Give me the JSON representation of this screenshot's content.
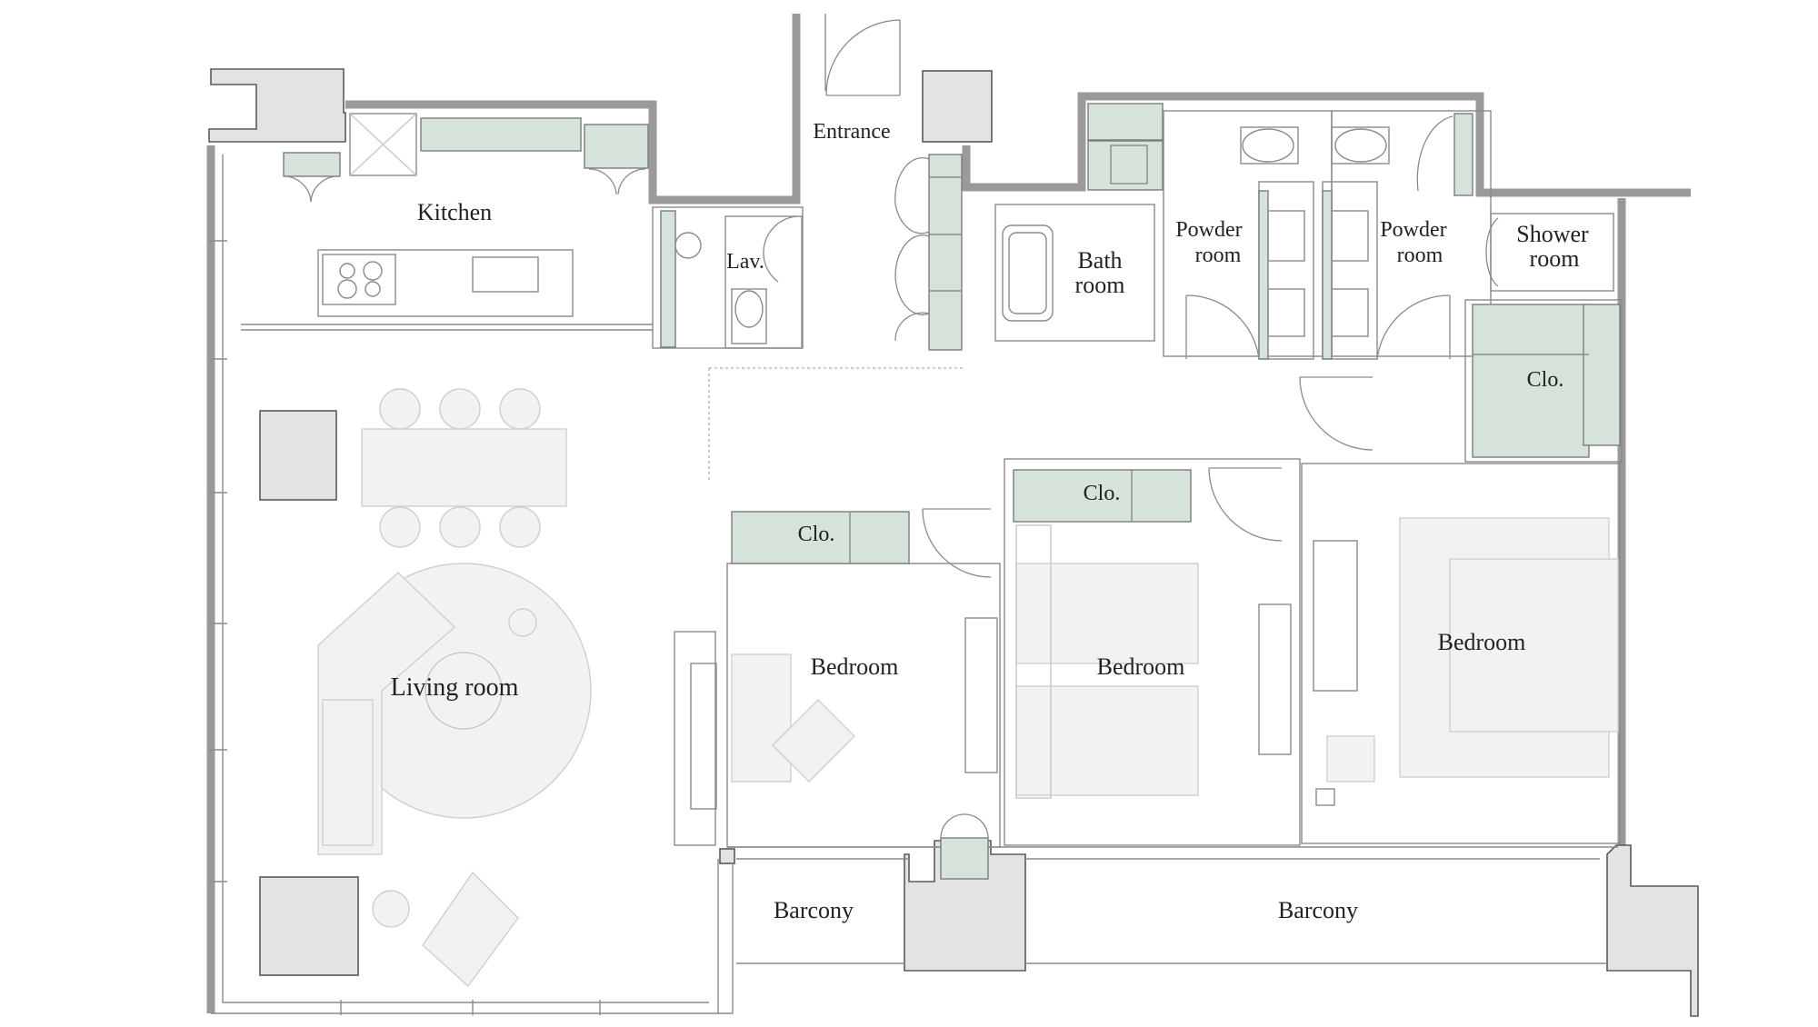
{
  "plan": {
    "colors": {
      "wall": "#e3e3e3",
      "closet": "#d6e3da",
      "furniture": "#f2f2f2",
      "outline": "#8a8a8a"
    },
    "rooms": {
      "kitchen": "Kitchen",
      "entrance": "Entrance",
      "lav": "Lav.",
      "bath_line1": "Bath",
      "bath_line2": "room",
      "powder1_line1": "Powder",
      "powder1_line2": "room",
      "powder2_line1": "Powder",
      "powder2_line2": "room",
      "shower_line1": "Shower",
      "shower_line2": "room",
      "clo_shower": "Clo.",
      "clo_bed1": "Clo.",
      "clo_bed2": "Clo.",
      "bedroom1": "Bedroom",
      "bedroom2": "Bedroom",
      "bedroom3": "Bedroom",
      "living": "Living room",
      "barcony1": "Barcony",
      "barcony2": "Barcony"
    }
  }
}
